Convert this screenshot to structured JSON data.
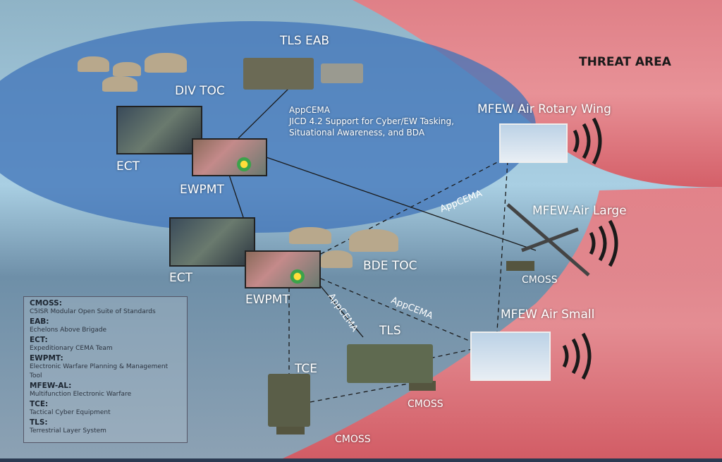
{
  "title": "THREAT AREA",
  "nodes": {
    "tls_eab": "TLS EAB",
    "div_toc": "DIV TOC",
    "ect_top": "ECT",
    "ewpmt_top": "EWPMT",
    "appcema_desc": [
      "AppCEMA",
      "JICD 4.2 Support for Cyber/EW Tasking,",
      "Situational Awareness, and BDA"
    ],
    "mfew_rotary": "MFEW Air Rotary Wing",
    "mfew_large": "MFEW-Air Large",
    "mfew_small": "MFEW Air Small",
    "ect_bottom": "ECT",
    "bde_toc": "BDE TOC",
    "ewpmt_bottom": "EWPMT",
    "tls": "TLS",
    "tce": "TCE",
    "cmoss_1": "CMOSS",
    "cmoss_2": "CMOSS",
    "cmoss_3": "CMOSS"
  },
  "links": {
    "appcema_1": "AppCEMA",
    "appcema_2": "AppCEMA",
    "appcema_3": "AppCEMA"
  },
  "legend": [
    {
      "term": "CMOSS:",
      "def": "C5ISR Modular Open Suite of Standards"
    },
    {
      "term": "EAB:",
      "def": "Echelons Above Brigade"
    },
    {
      "term": "ECT:",
      "def": "Expeditionary CEMA Team"
    },
    {
      "term": "EWPMT:",
      "def": "Electronic Warfare Planning & Management Tool"
    },
    {
      "term": "MFEW-AL:",
      "def": "Multifunction Electronic Warfare"
    },
    {
      "term": "TCE:",
      "def": "Tactical Cyber Equipment"
    },
    {
      "term": "TLS:",
      "def": "Terrestrial Layer System"
    }
  ],
  "colors": {
    "threat": "#e8646a",
    "friendly": "#3f73b8",
    "sky": "#9fc3d8"
  }
}
